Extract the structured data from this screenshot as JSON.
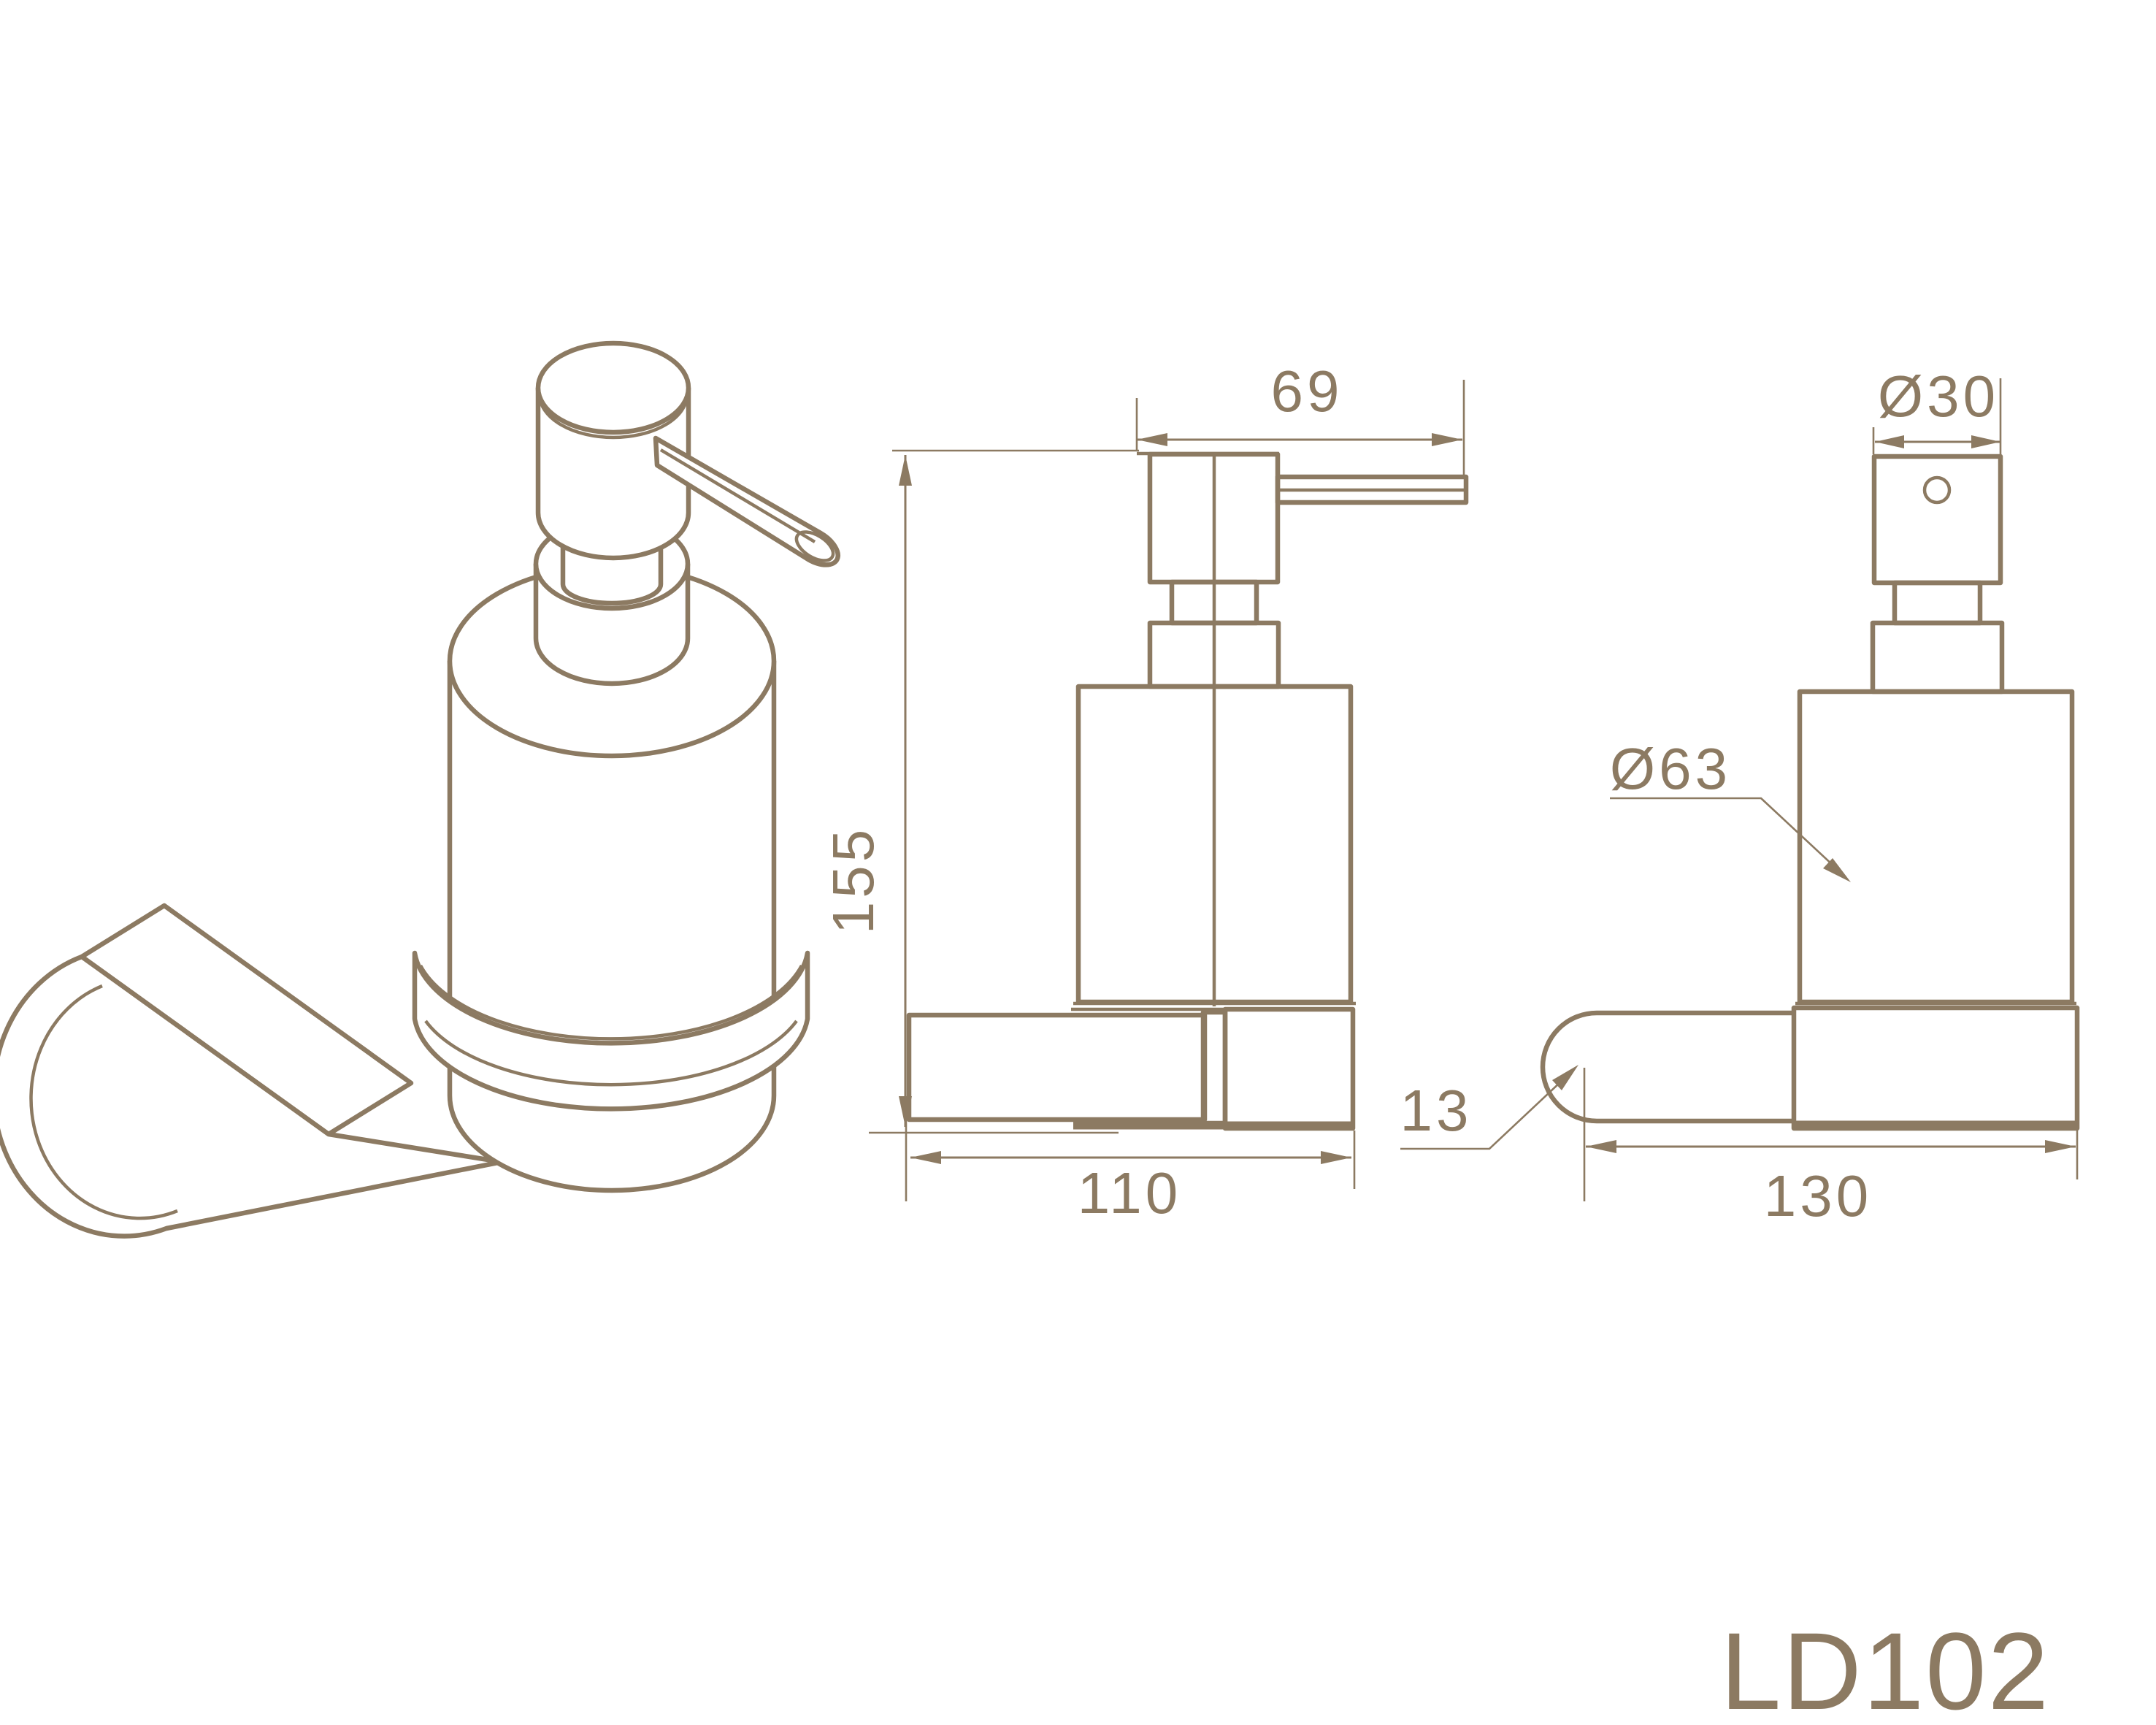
{
  "product_code": "LD102",
  "colors": {
    "line": "#8c7a62",
    "bg": "#ffffff"
  },
  "dimensions": {
    "front": {
      "pump_spout_width": "69",
      "total_height": "155",
      "total_width": "110"
    },
    "side": {
      "pump_head_diameter": "Ø30",
      "body_diameter": "Ø63",
      "bracket_thickness": "13",
      "total_depth": "130"
    }
  }
}
